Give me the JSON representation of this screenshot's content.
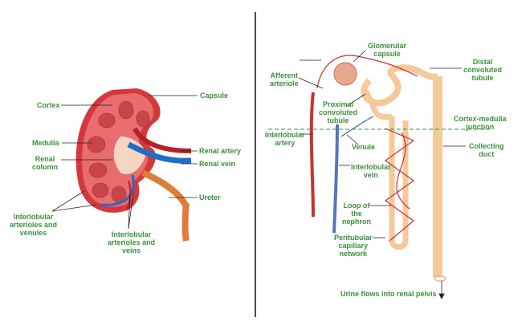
{
  "left_panel": {
    "labels": {
      "capsule": "Capsule",
      "cortex": "Cortex",
      "medulla": "Medulla",
      "renal_column": [
        "Renal",
        "column"
      ],
      "renal_artery": "Renal artery",
      "renal_vein": "Renal vein",
      "ureter": "Ureter",
      "arterioles_venules": [
        "Interlobular",
        "arterioles and",
        "venules"
      ],
      "arterioles_veins": [
        "Interlobular",
        "arterioles and",
        "veins"
      ]
    }
  },
  "right_panel": {
    "labels": {
      "glomerular_capsule": [
        "Glomerular",
        "capsule"
      ],
      "distal_tubule": [
        "Distal",
        "convoluted",
        "tubule"
      ],
      "afferent_arteriole": [
        "Afferent",
        "arteriole"
      ],
      "proximal_tubule": [
        "Proximal",
        "convoluted",
        "tubule"
      ],
      "cortex_medulla": [
        "Cortex-medulla",
        "junction"
      ],
      "interlobular_artery": [
        "Interlobular",
        "artery"
      ],
      "venule": "Venule",
      "collecting_duct": [
        "Collecting",
        "duct"
      ],
      "interlobular_vein": [
        "Interlobular",
        "vein"
      ],
      "loop": [
        "Loop of",
        "the",
        "nephron"
      ],
      "peritubular": [
        "Peritubular",
        "capillary",
        "network"
      ],
      "urine_flow": "Urine flows into renal pelvis"
    }
  },
  "colors": {
    "label": "#3c8f3c",
    "artery": "#c8332f",
    "vein": "#2e7fd0",
    "tubule": "#f5c99a",
    "kidney": "#d9484a"
  }
}
